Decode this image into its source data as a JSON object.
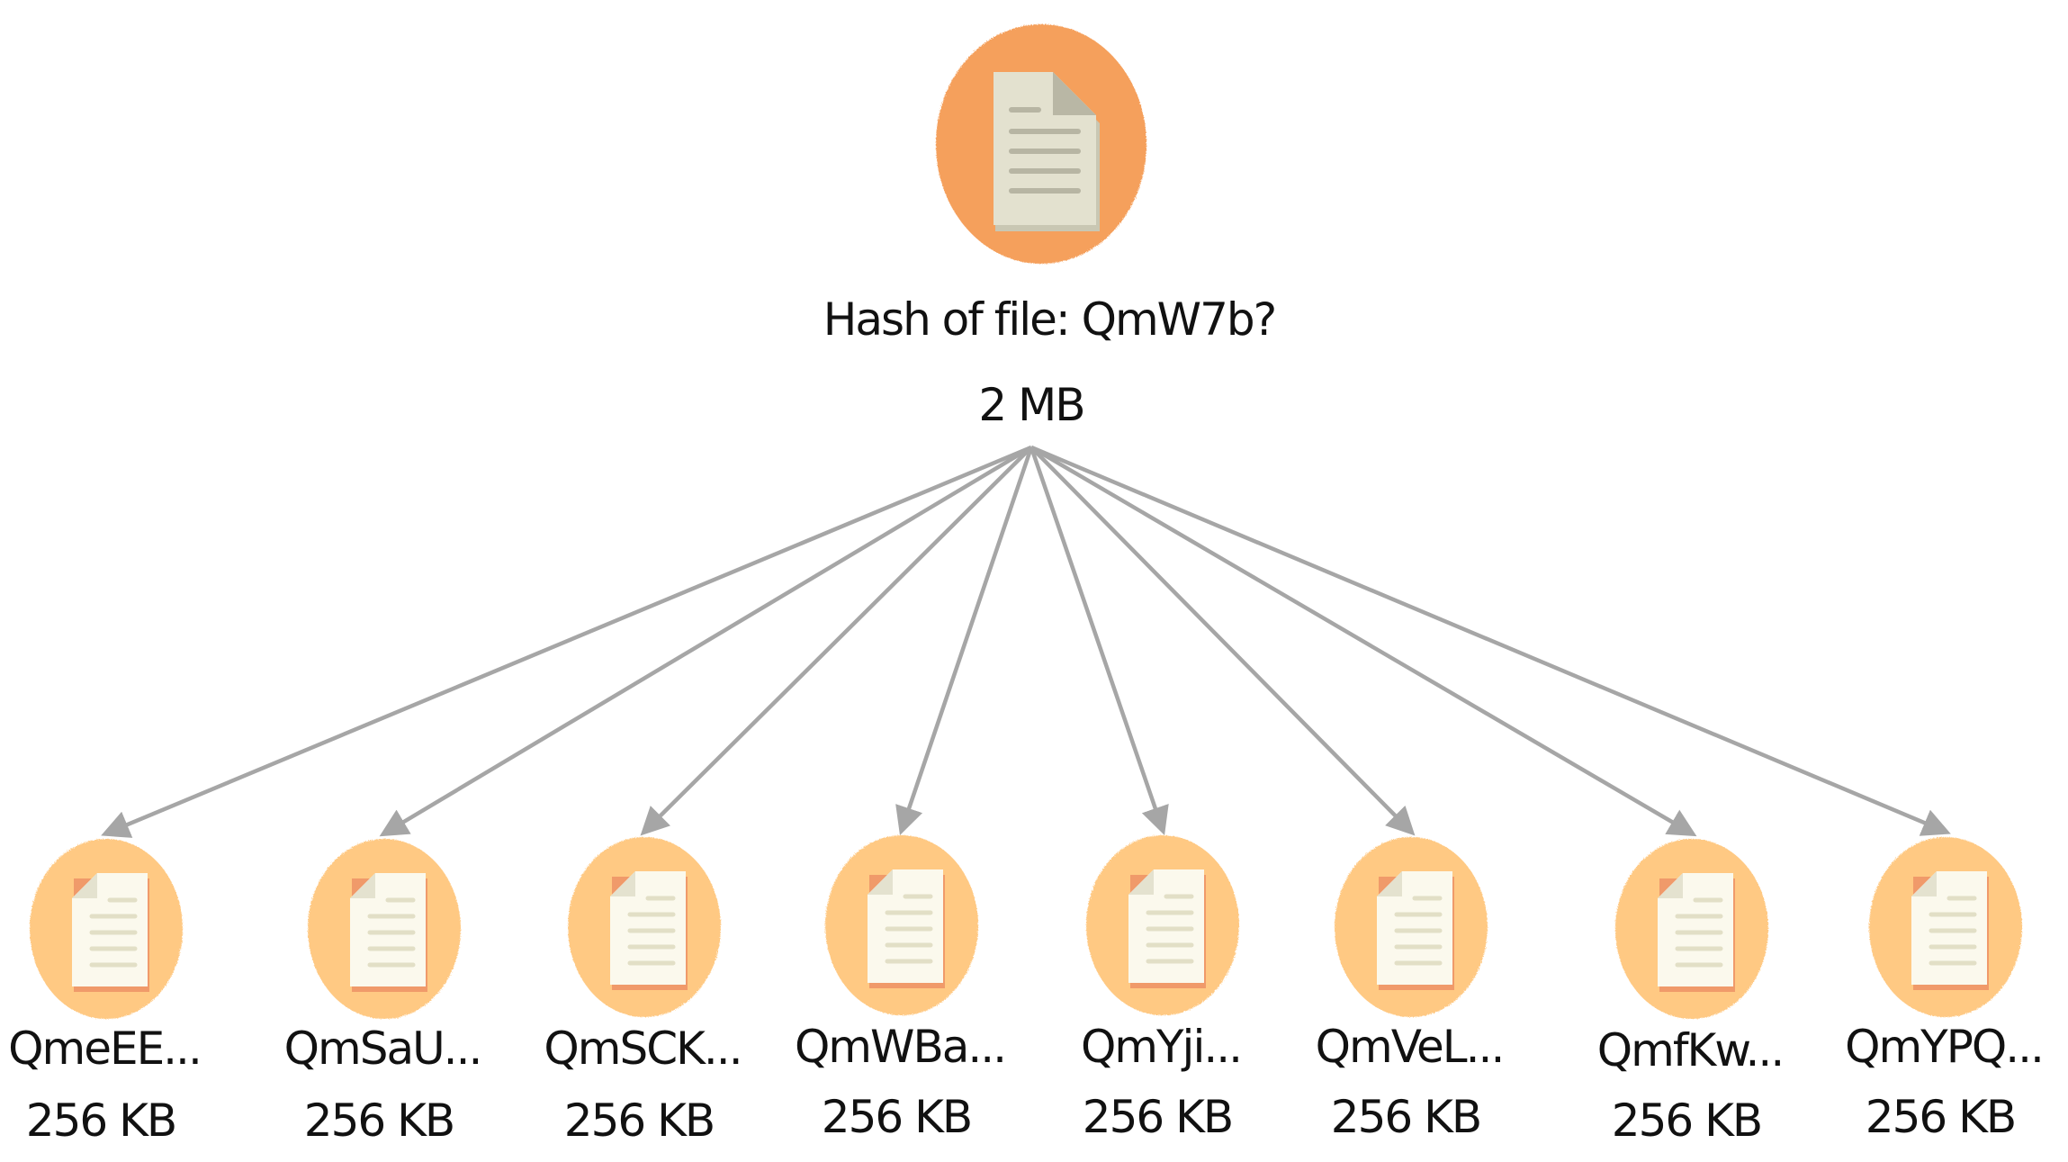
{
  "root": {
    "title": "Hash of file: QmW7b?",
    "size": "2 MB",
    "icon": "document-icon",
    "circle_color": "#F5A05C"
  },
  "children": [
    {
      "name": "QmeEE...",
      "size": "256 KB",
      "icon": "document-icon"
    },
    {
      "name": "QmSaU...",
      "size": "256 KB",
      "icon": "document-icon"
    },
    {
      "name": "QmSCK...",
      "size": "256 KB",
      "icon": "document-icon"
    },
    {
      "name": "QmWBa...",
      "size": "256 KB",
      "icon": "document-icon"
    },
    {
      "name": "QmYji...",
      "size": "256 KB",
      "icon": "document-icon"
    },
    {
      "name": "QmVeL...",
      "size": "256 KB",
      "icon": "document-icon"
    },
    {
      "name": "QmfKw...",
      "size": "256 KB",
      "icon": "document-icon"
    },
    {
      "name": "QmYPQ...",
      "size": "256 KB",
      "icon": "document-icon"
    }
  ],
  "colors": {
    "root_circle": "#F5A05C",
    "child_circle": "#FFC983",
    "edge": "#A6A6A6",
    "document_root": "#E3E1CF",
    "document_child": "#FBF9ED",
    "text": "#111111"
  }
}
